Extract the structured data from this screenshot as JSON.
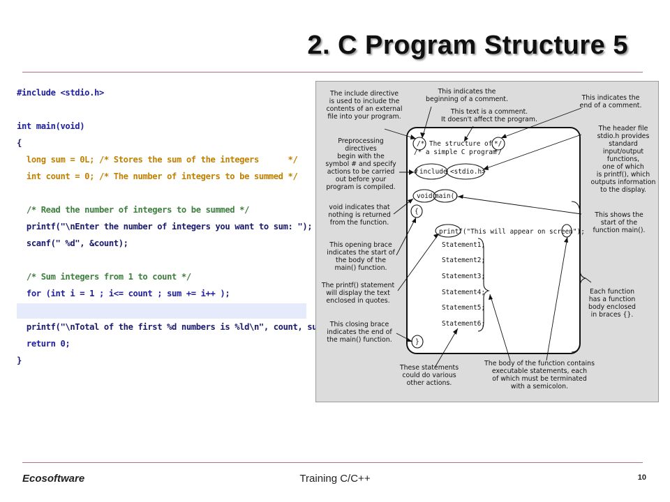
{
  "slide": {
    "title": "2. C Program Structure 5",
    "footer_left": "Ecosoftware",
    "footer_center": "Training C/C++",
    "page_number": "10"
  },
  "code_lines": [
    "#include <stdio.h>",
    "",
    "int main(void)",
    "{",
    "  long sum = 0L; /* Stores the sum of the integers      */",
    "  int count = 0; /* The number of integers to be summed */",
    "",
    "  /* Read the number of integers to be summed */",
    "  printf(\"\\nEnter the number of integers you want to sum: \");",
    "  scanf(\" %d\", &count);",
    "",
    "  /* Sum integers from 1 to count */",
    "  for (int i = 1 ; i<= count ; sum += i++ );",
    "",
    "  printf(\"\\nTotal of the first %d numbers is %ld\\n\", count, sum);",
    "  return 0;",
    "}"
  ],
  "diagram": {
    "code_box": {
      "comment_open": "/*",
      "comment_line1": "The structure of",
      "comment_line2": "/* a simple C program",
      "comment_close_1": "*/",
      "comment_close_2": "*/",
      "hash": "#",
      "include": "include",
      "header": "<stdio.h>",
      "void_kw": "void",
      "main_kw": "main()",
      "open_brace": "{",
      "printf_line": "printf(\"This will appear on screen\");",
      "statements": [
        "Statement1;",
        "Statement2;",
        "Statement3;",
        "Statement4;",
        "Statement5;",
        "Statement6;"
      ],
      "close_brace": "}"
    },
    "callouts": {
      "include_directive": [
        "The include directive",
        "is used to include the",
        "contents of an external",
        "file into your program."
      ],
      "comment_begin": [
        "This indicates the",
        "beginning of a comment."
      ],
      "comment_text": [
        "This text is a comment.",
        "It doesn't affect the program."
      ],
      "comment_end": [
        "This indicates the",
        "end of a comment."
      ],
      "preprocessing": [
        "Preprocessing",
        "directives",
        "begin with the",
        "symbol # and specify",
        "actions to be carried",
        "out before your",
        "program is compiled."
      ],
      "header_file": [
        "The header file",
        "stdio.h provides",
        "standard",
        "input/output",
        "functions,",
        "one of which",
        "is printf(), which",
        "outputs information",
        "to the display."
      ],
      "void_info": [
        "void indicates that",
        "nothing is returned",
        "from the function."
      ],
      "main_start": [
        "This shows the",
        "start of the",
        "function main()."
      ],
      "opening_brace": [
        "This opening brace",
        "indicates the start of",
        "the body of the",
        "main() function."
      ],
      "printf_info": [
        "The printf() statement",
        "will display the text",
        "enclosed in quotes."
      ],
      "function_body": [
        "Each function",
        "has a function",
        "body enclosed",
        "in braces {}."
      ],
      "closing_brace": [
        "This closing brace",
        "indicates the end of",
        "the main() function."
      ],
      "other_statements": [
        "These statements",
        "could do various",
        "other actions."
      ],
      "body_statements": [
        "The body of the function contains",
        "executable statements, each",
        "of which must be terminated",
        "with a semicolon."
      ]
    }
  }
}
